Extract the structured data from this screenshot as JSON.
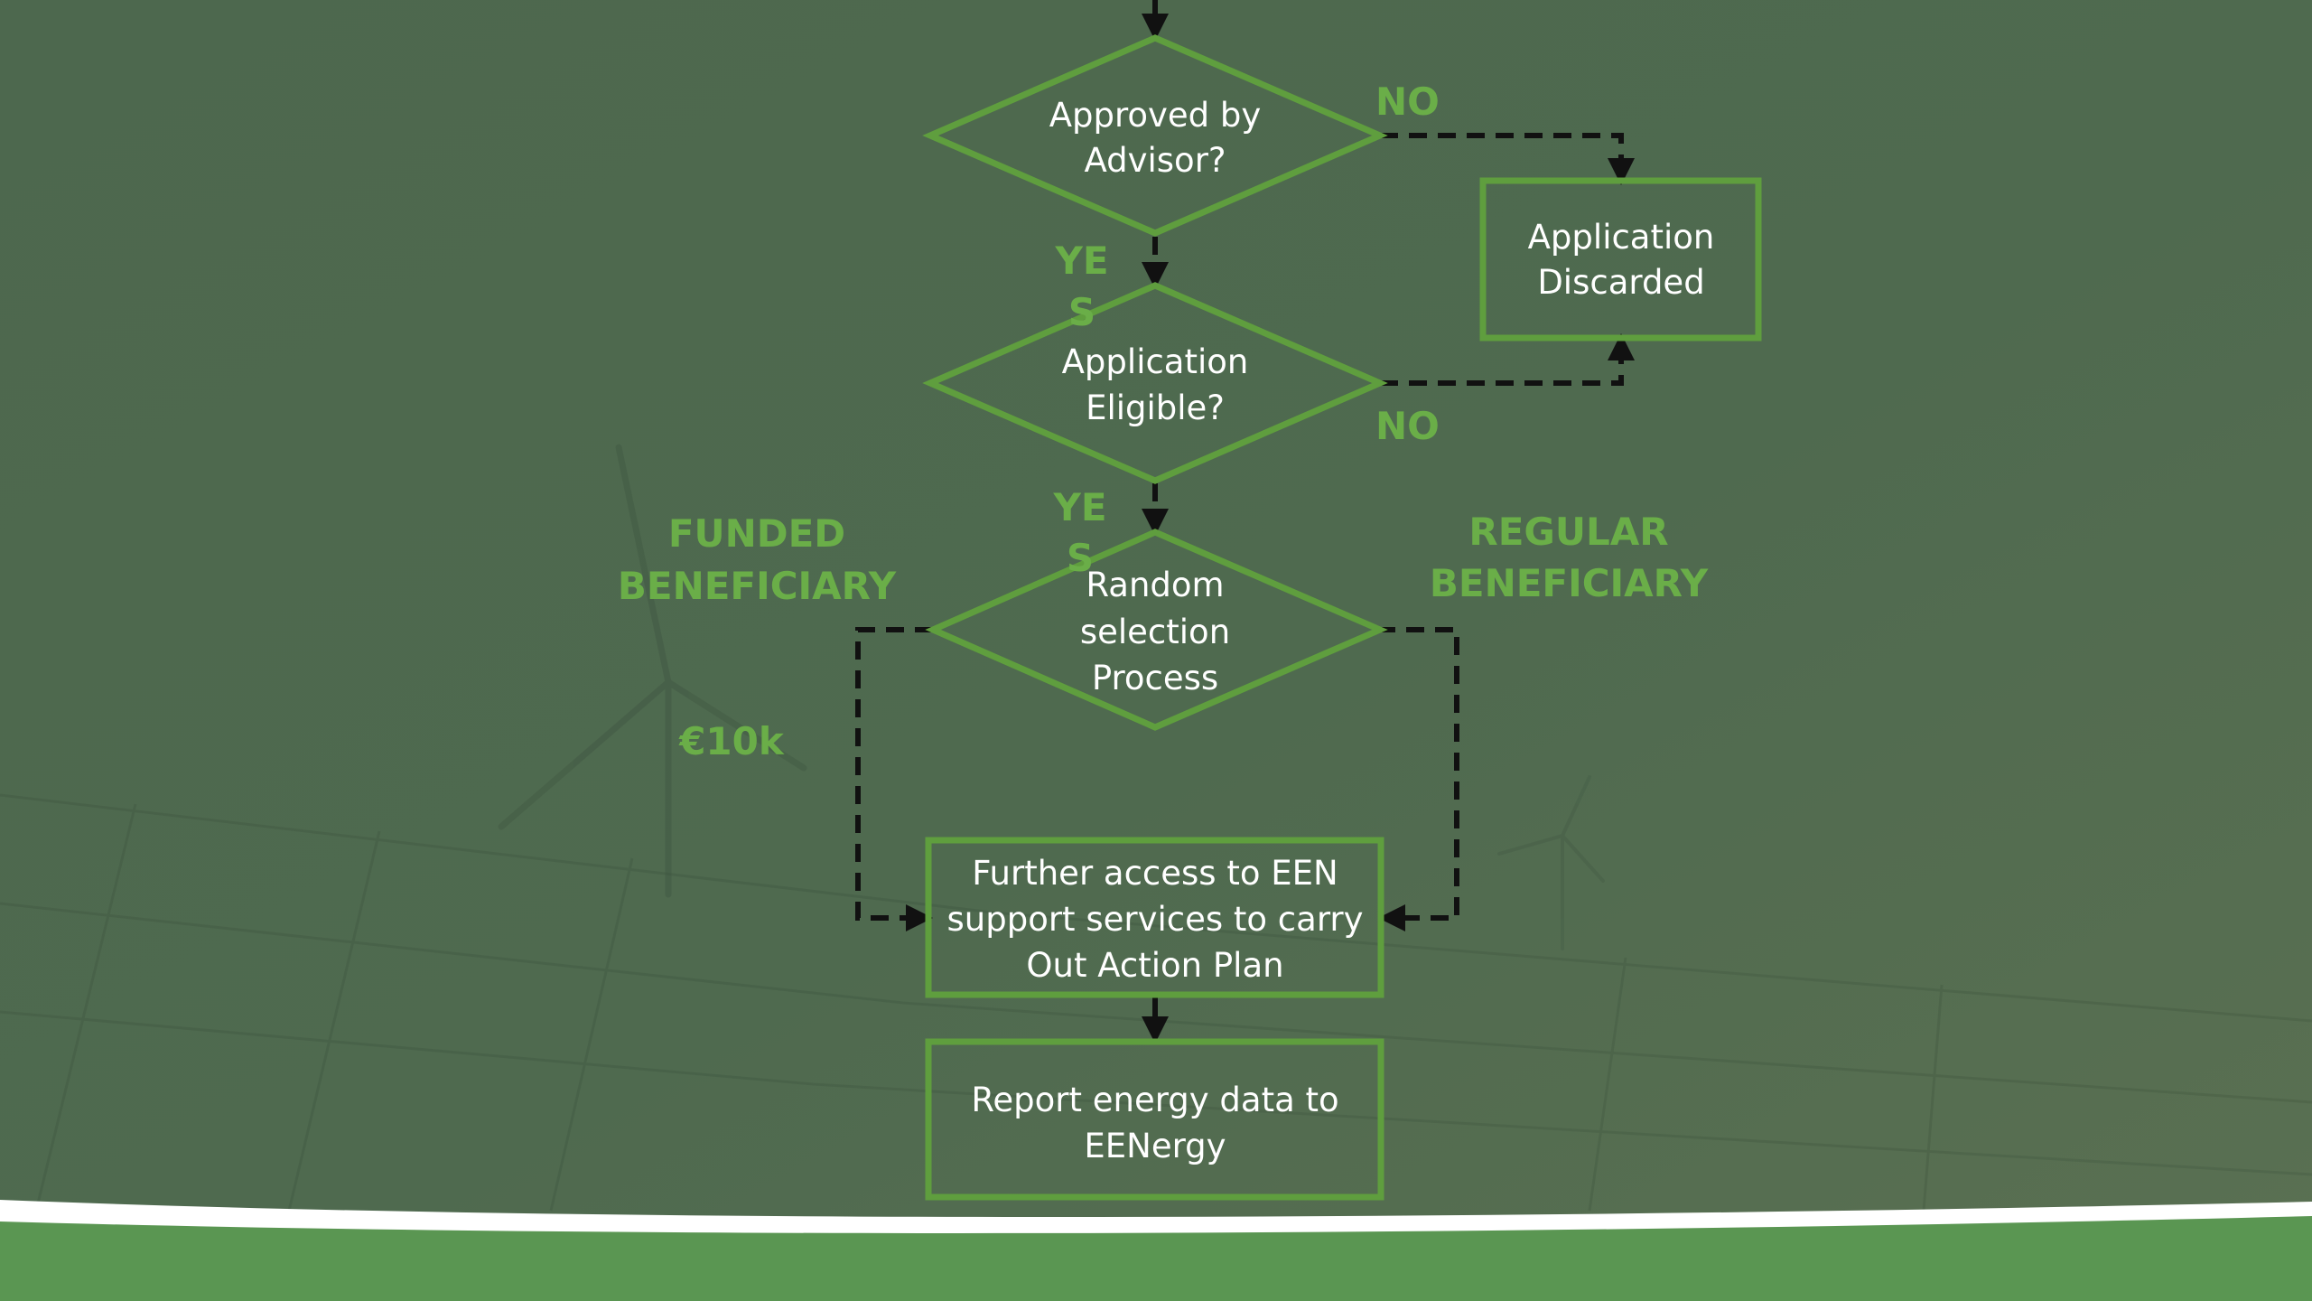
{
  "colors": {
    "background": "#4f6a4f",
    "node_outline": "#5f9e3e",
    "label_green": "#6aae48",
    "connector": "#111111",
    "footer_band": "#5a9652",
    "footer_wave": "#ffffff"
  },
  "nodes": {
    "approved": {
      "line1": "Approved by",
      "line2": "Advisor?"
    },
    "discarded": {
      "line1": "Application",
      "line2": "Discarded"
    },
    "eligible": {
      "line1": "Application",
      "line2": "Eligible?"
    },
    "random": {
      "line1": "Random",
      "line2": "selection",
      "line3": "Process"
    },
    "access": {
      "line1": "Further access to EEN",
      "line2": "support services to carry",
      "line3": "Out Action Plan"
    },
    "report": {
      "line1": "Report energy data to",
      "line2": "EENergy"
    }
  },
  "labels": {
    "no_approved": "NO",
    "no_eligible": "NO",
    "yes_approved": {
      "line1": "YE",
      "line2": "S"
    },
    "yes_eligible": {
      "line1": "YE",
      "line2": "S"
    },
    "funded": {
      "line1": "FUNDED",
      "line2": "BENEFICIARY"
    },
    "regular": {
      "line1": "REGULAR",
      "line2": "BENEFICIARY"
    },
    "amount": "€10k"
  }
}
